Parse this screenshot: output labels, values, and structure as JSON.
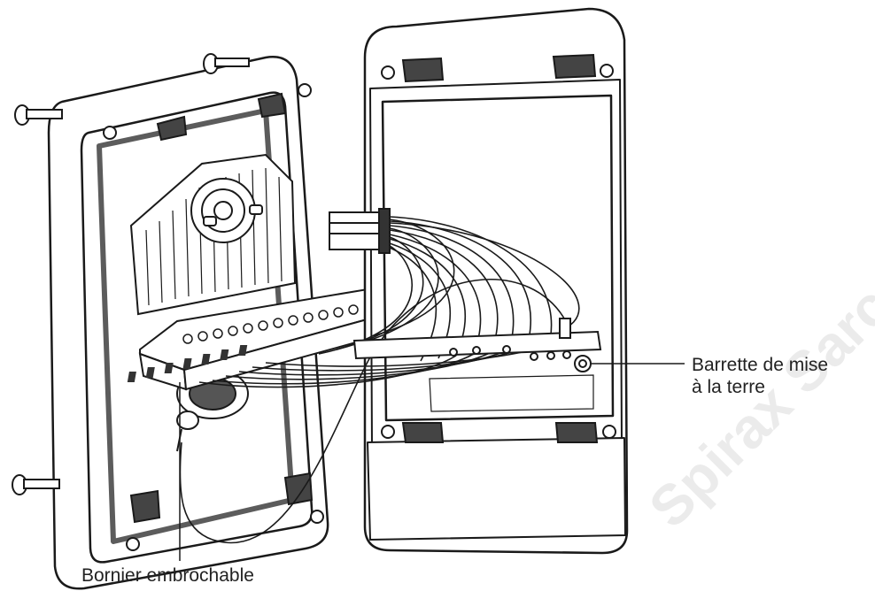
{
  "labels": {
    "barrette_line1": "Barrette de mise",
    "barrette_line2": "à la terre",
    "bornier": "Bornier embrochable"
  },
  "watermark": {
    "text": "Spirax Sarco",
    "color": "#c8c8c8"
  },
  "colors": {
    "ink": "#1a1a1a",
    "housing_fill": "#ffffff",
    "shadow_fill": "#555555",
    "text": "#222222"
  }
}
